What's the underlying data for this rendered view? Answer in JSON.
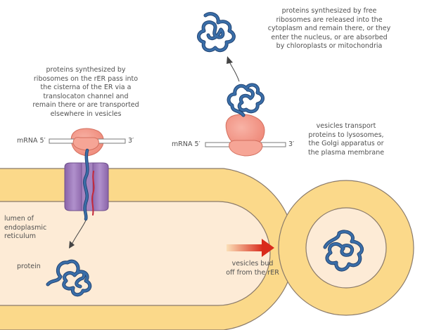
{
  "labels": {
    "free_ribosome_text": "proteins synthesized by free\nribosomes are released into the\ncytoplasm and remain there, or they\nenter the nucleus, or are absorbed\nby chloroplasts or mitochondria",
    "rer_ribosome_text": "proteins synthesized by\nribosomes on the rER pass into\nthe cisterna of the ER via a\ntranslocaton channel and\nremain there or are transported\nelsewhere in vesicles",
    "vesicles_transport_text": "vesicles transport\nproteins to lysosomes,\nthe Golgi apparatus or\nthe plasma membrane",
    "lumen_text": "lumen of\nendoplasmic\nreticulum",
    "protein_text": "protein",
    "vesicles_bud_text": "vesicles bud\noff from the rER",
    "mrna_left_5": "mRNA 5′",
    "mrna_left_3": "3′",
    "mrna_right_5": "mRNA 5′",
    "mrna_right_3": "3′"
  },
  "colors": {
    "er_membrane": "#fbd98a",
    "er_lumen": "#fdebd6",
    "outline": "#8a7a6a",
    "ribosome": "#f4998a",
    "ribosome_stroke": "#d4705f",
    "channel": "#9b74b8",
    "channel_stroke": "#6e4f8c",
    "protein": "#3a6ea8",
    "protein_dark": "#1e3f6e",
    "polypeptide_red": "#c4283a",
    "arrow_start": "#f7c58a",
    "arrow_end": "#d92b1c"
  }
}
